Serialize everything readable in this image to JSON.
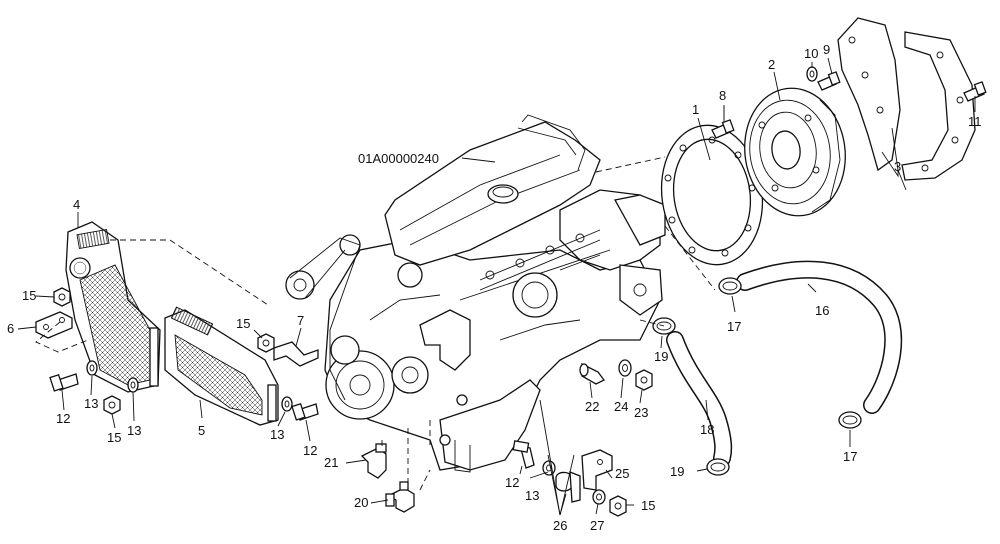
{
  "diagram": {
    "assembly_code": "01A00000240",
    "callouts": [
      {
        "id": "c1",
        "text": "1"
      },
      {
        "id": "c2",
        "text": "2"
      },
      {
        "id": "c3",
        "text": "3"
      },
      {
        "id": "c4",
        "text": "4"
      },
      {
        "id": "c5",
        "text": "5"
      },
      {
        "id": "c6",
        "text": "6"
      },
      {
        "id": "c7",
        "text": "7"
      },
      {
        "id": "c8",
        "text": "8"
      },
      {
        "id": "c9",
        "text": "9"
      },
      {
        "id": "c10",
        "text": "10"
      },
      {
        "id": "c11",
        "text": "11"
      },
      {
        "id": "c12a",
        "text": "12"
      },
      {
        "id": "c12b",
        "text": "12"
      },
      {
        "id": "c12c",
        "text": "12"
      },
      {
        "id": "c13a",
        "text": "13"
      },
      {
        "id": "c13b",
        "text": "13"
      },
      {
        "id": "c13c",
        "text": "13"
      },
      {
        "id": "c13d",
        "text": "13"
      },
      {
        "id": "c15a",
        "text": "15"
      },
      {
        "id": "c15b",
        "text": "15"
      },
      {
        "id": "c15c",
        "text": "15"
      },
      {
        "id": "c15d",
        "text": "15"
      },
      {
        "id": "c16",
        "text": "16"
      },
      {
        "id": "c17a",
        "text": "17"
      },
      {
        "id": "c17b",
        "text": "17"
      },
      {
        "id": "c18",
        "text": "18"
      },
      {
        "id": "c19a",
        "text": "19"
      },
      {
        "id": "c19b",
        "text": "19"
      },
      {
        "id": "c20",
        "text": "20"
      },
      {
        "id": "c21",
        "text": "21"
      },
      {
        "id": "c22",
        "text": "22"
      },
      {
        "id": "c23",
        "text": "23"
      },
      {
        "id": "c24",
        "text": "24"
      },
      {
        "id": "c25",
        "text": "25"
      },
      {
        "id": "c26",
        "text": "26"
      },
      {
        "id": "c27",
        "text": "27"
      }
    ]
  }
}
